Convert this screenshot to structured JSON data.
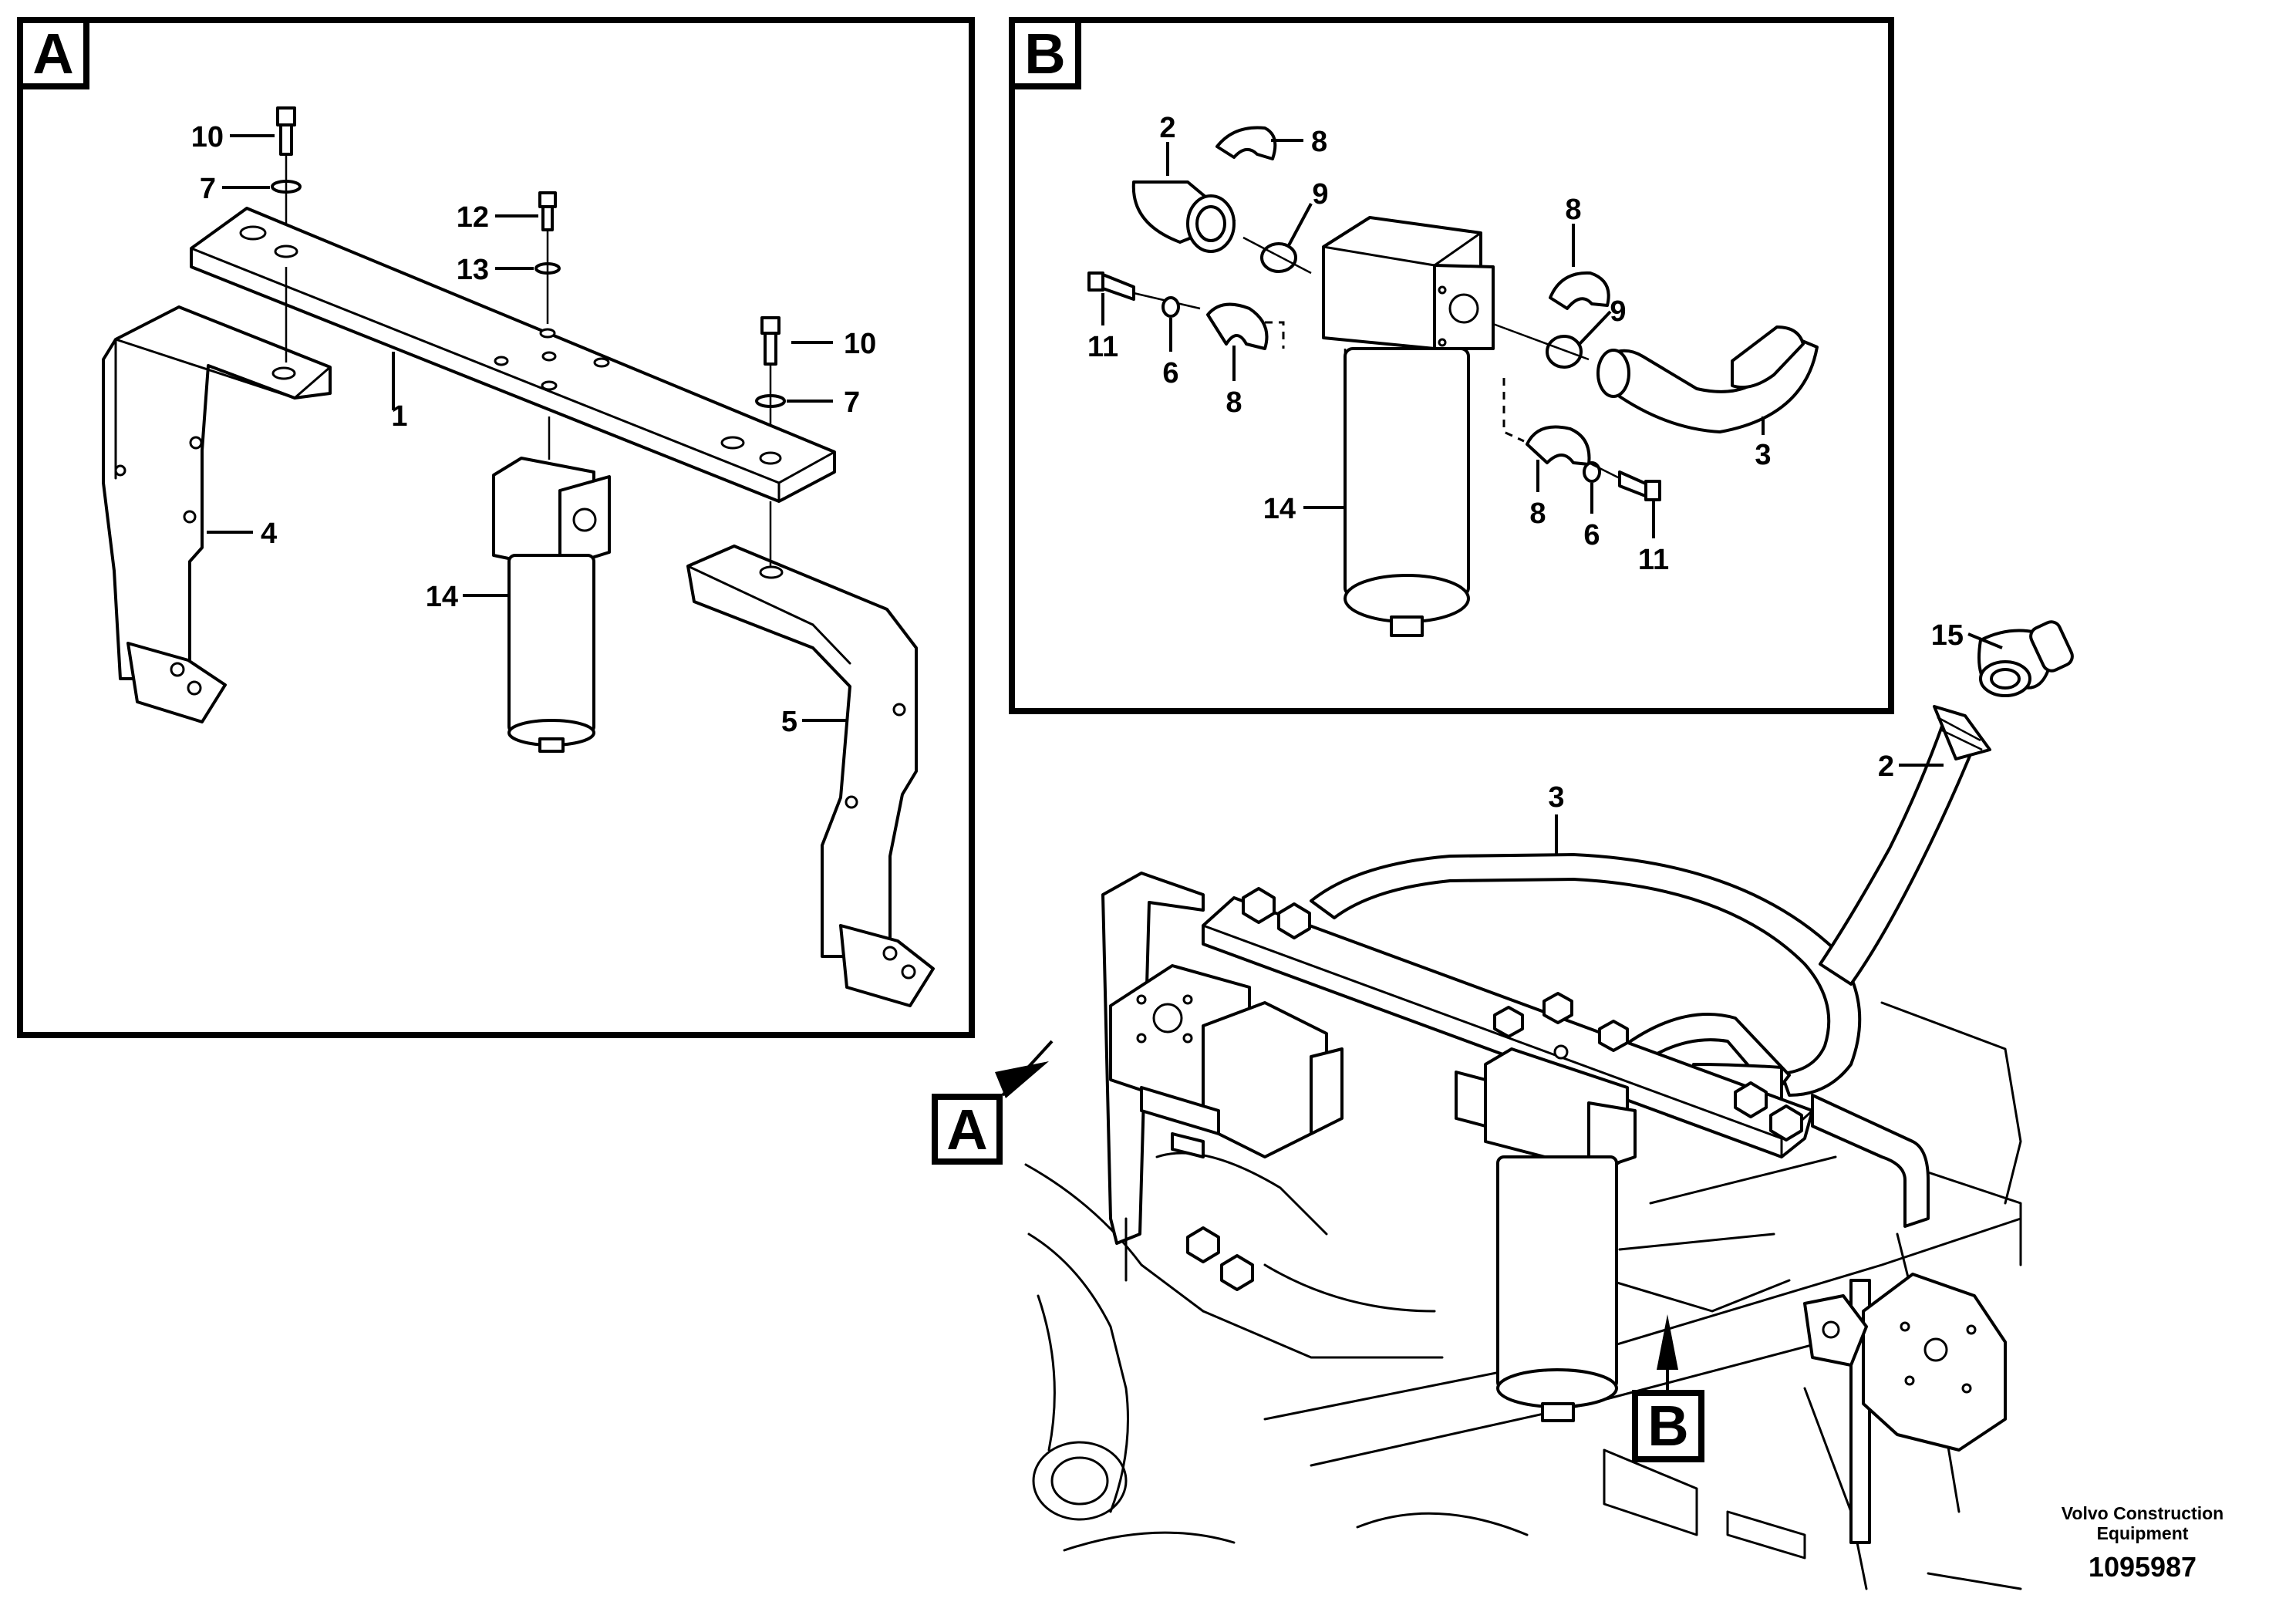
{
  "panels": {
    "a": {
      "letter": "A"
    },
    "b": {
      "letter": "B"
    }
  },
  "callouts": {
    "overview_a": "A",
    "overview_b": "B"
  },
  "panel_a_labels": {
    "p10_top": "10",
    "p7_top": "7",
    "p12": "12",
    "p13": "13",
    "p10_right": "10",
    "p7_right": "7",
    "p1": "1",
    "p4": "4",
    "p14": "14",
    "p5": "5"
  },
  "panel_b_labels": {
    "p2": "2",
    "p8_top": "8",
    "p9_left": "9",
    "p8_right": "8",
    "p9_right": "9",
    "p11_left": "11",
    "p6_left": "6",
    "p8_left": "8",
    "p3": "3",
    "p14": "14",
    "p8_lower": "8",
    "p6_lower": "6",
    "p11_lower": "11"
  },
  "overview_labels": {
    "p15": "15",
    "p2": "2",
    "p3": "3"
  },
  "footer": {
    "company_line1": "Volvo Construction",
    "company_line2": "Equipment",
    "doc_number": "1095987"
  }
}
